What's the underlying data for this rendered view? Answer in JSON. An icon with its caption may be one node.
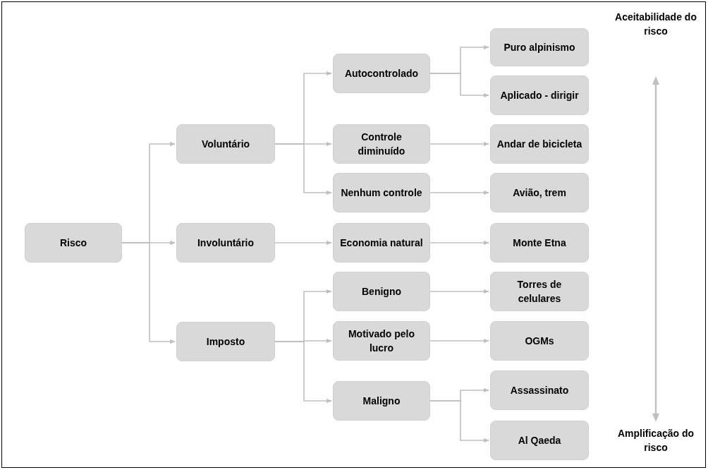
{
  "diagram": {
    "nodes": [
      {
        "text": [
          "Risco"
        ]
      },
      {
        "text": [
          "Voluntário"
        ]
      },
      {
        "text": [
          "Involuntário"
        ]
      },
      {
        "text": [
          "Imposto"
        ]
      },
      {
        "text": [
          "Autocontrolado"
        ]
      },
      {
        "text": [
          "Controle diminuído"
        ]
      },
      {
        "text": [
          "Nenhum controle"
        ]
      },
      {
        "text": [
          "Economia natural"
        ]
      },
      {
        "text": [
          "Benigno"
        ]
      },
      {
        "text": [
          "Motivado pelo lucro"
        ]
      },
      {
        "text": [
          "Maligno"
        ]
      },
      {
        "text": [
          "Puro alpinismo"
        ]
      },
      {
        "text": [
          "Aplicado - dirigir"
        ]
      },
      {
        "text": [
          "Andar de bicicleta"
        ]
      },
      {
        "text": [
          "Avião, trem"
        ]
      },
      {
        "text": [
          "Monte Etna"
        ]
      },
      {
        "text": [
          "Torres de celulares"
        ]
      },
      {
        "text": [
          "OGMs"
        ]
      },
      {
        "text": [
          "Assassinato"
        ]
      },
      {
        "text": [
          "Al Qaeda"
        ]
      }
    ],
    "edges": [
      {
        "from": 0,
        "to": 1,
        "arrow": "to"
      },
      {
        "from": 0,
        "to": 2,
        "arrow": "to"
      },
      {
        "from": 0,
        "to": 3,
        "arrow": "to"
      },
      {
        "from": 1,
        "to": 4,
        "arrow": "to"
      },
      {
        "from": 1,
        "to": 5,
        "arrow": "to"
      },
      {
        "from": 1,
        "to": 6,
        "arrow": "to"
      },
      {
        "from": 2,
        "to": 7,
        "arrow": "to"
      },
      {
        "from": 3,
        "to": 8,
        "arrow": "to"
      },
      {
        "from": 3,
        "to": 9,
        "arrow": "to"
      },
      {
        "from": 3,
        "to": 10,
        "arrow": "to"
      },
      {
        "from": 4,
        "to": 11,
        "arrow": "to"
      },
      {
        "from": 4,
        "to": 12,
        "arrow": "to"
      },
      {
        "from": 5,
        "to": 13,
        "arrow": "to"
      },
      {
        "from": 6,
        "to": 14,
        "arrow": "to"
      },
      {
        "from": 7,
        "to": 15,
        "arrow": "to"
      },
      {
        "from": 8,
        "to": 16,
        "arrow": "to"
      },
      {
        "from": 9,
        "to": 17,
        "arrow": "to"
      },
      {
        "from": 10,
        "to": 18,
        "arrow": "to"
      },
      {
        "from": 10,
        "to": 19,
        "arrow": "to"
      }
    ],
    "labels": [
      "Aceitabilidade do risco",
      "Amplificação do risco"
    ]
  }
}
